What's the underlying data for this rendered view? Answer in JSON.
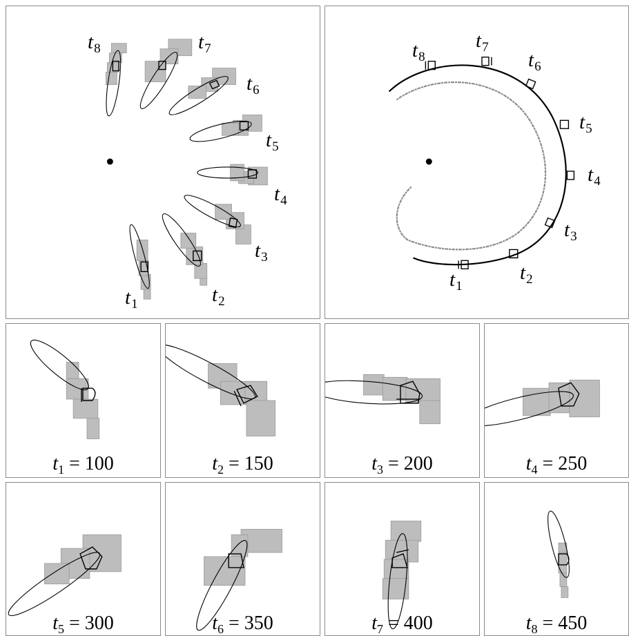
{
  "top_left": {
    "labels": [
      {
        "t": "t",
        "n": "8"
      },
      {
        "t": "t",
        "n": "7"
      },
      {
        "t": "t",
        "n": "6"
      },
      {
        "t": "t",
        "n": "5"
      },
      {
        "t": "t",
        "n": "4"
      },
      {
        "t": "t",
        "n": "3"
      },
      {
        "t": "t",
        "n": "2"
      },
      {
        "t": "t",
        "n": "1"
      }
    ]
  },
  "top_right": {
    "labels": [
      {
        "t": "t",
        "n": "8"
      },
      {
        "t": "t",
        "n": "7"
      },
      {
        "t": "t",
        "n": "6"
      },
      {
        "t": "t",
        "n": "5"
      },
      {
        "t": "t",
        "n": "4"
      },
      {
        "t": "t",
        "n": "3"
      },
      {
        "t": "t",
        "n": "2"
      },
      {
        "t": "t",
        "n": "1"
      }
    ]
  },
  "snapshots": [
    {
      "t": "t",
      "n": "1",
      "eq": "=",
      "value": "100"
    },
    {
      "t": "t",
      "n": "2",
      "eq": "=",
      "value": "150"
    },
    {
      "t": "t",
      "n": "3",
      "eq": "=",
      "value": "200"
    },
    {
      "t": "t",
      "n": "4",
      "eq": "=",
      "value": "250"
    },
    {
      "t": "t",
      "n": "5",
      "eq": "=",
      "value": "300"
    },
    {
      "t": "t",
      "n": "6",
      "eq": "=",
      "value": "350"
    },
    {
      "t": "t",
      "n": "7",
      "eq": "=",
      "value": "400"
    },
    {
      "t": "t",
      "n": "8",
      "eq": "=",
      "value": "450"
    }
  ]
}
